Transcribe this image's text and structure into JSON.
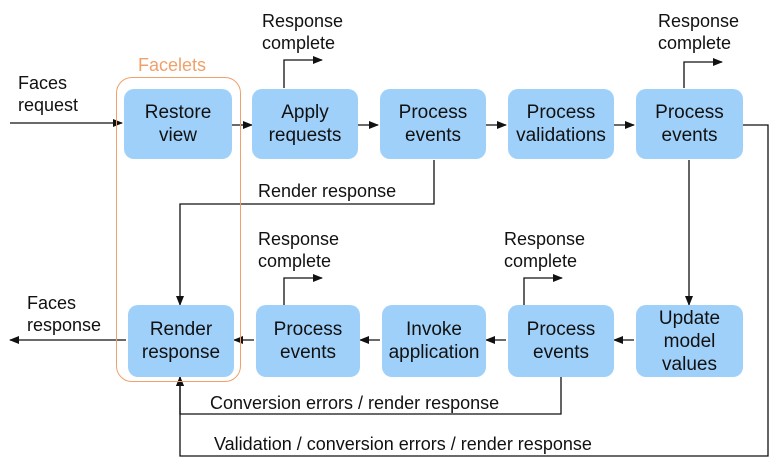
{
  "colors": {
    "node_fill": "#9fd0fa",
    "facelets": "#f0a06a",
    "line": "#111111"
  },
  "facelets_label": "Facelets",
  "entry": {
    "faces_request": "Faces\nrequest",
    "faces_response": "Faces\nresponse"
  },
  "nodes": {
    "restore_view": "Restore\nview",
    "apply_requests": "Apply\nrequests",
    "process_events_1": "Process\nevents",
    "process_validations": "Process\nvalidations",
    "process_events_2": "Process\nevents",
    "update_model_values": "Update\nmodel\nvalues",
    "process_events_3": "Process\nevents",
    "invoke_application": "Invoke\napplication",
    "process_events_4": "Process\nevents",
    "render_response": "Render\nresponse"
  },
  "labels": {
    "response_complete_1": "Response\ncomplete",
    "response_complete_2": "Response\ncomplete",
    "response_complete_3": "Response\ncomplete",
    "response_complete_4": "Response\ncomplete",
    "render_response": "Render response",
    "conversion_errors": "Conversion errors / render response",
    "validation_errors": "Validation / conversion errors / render response"
  }
}
